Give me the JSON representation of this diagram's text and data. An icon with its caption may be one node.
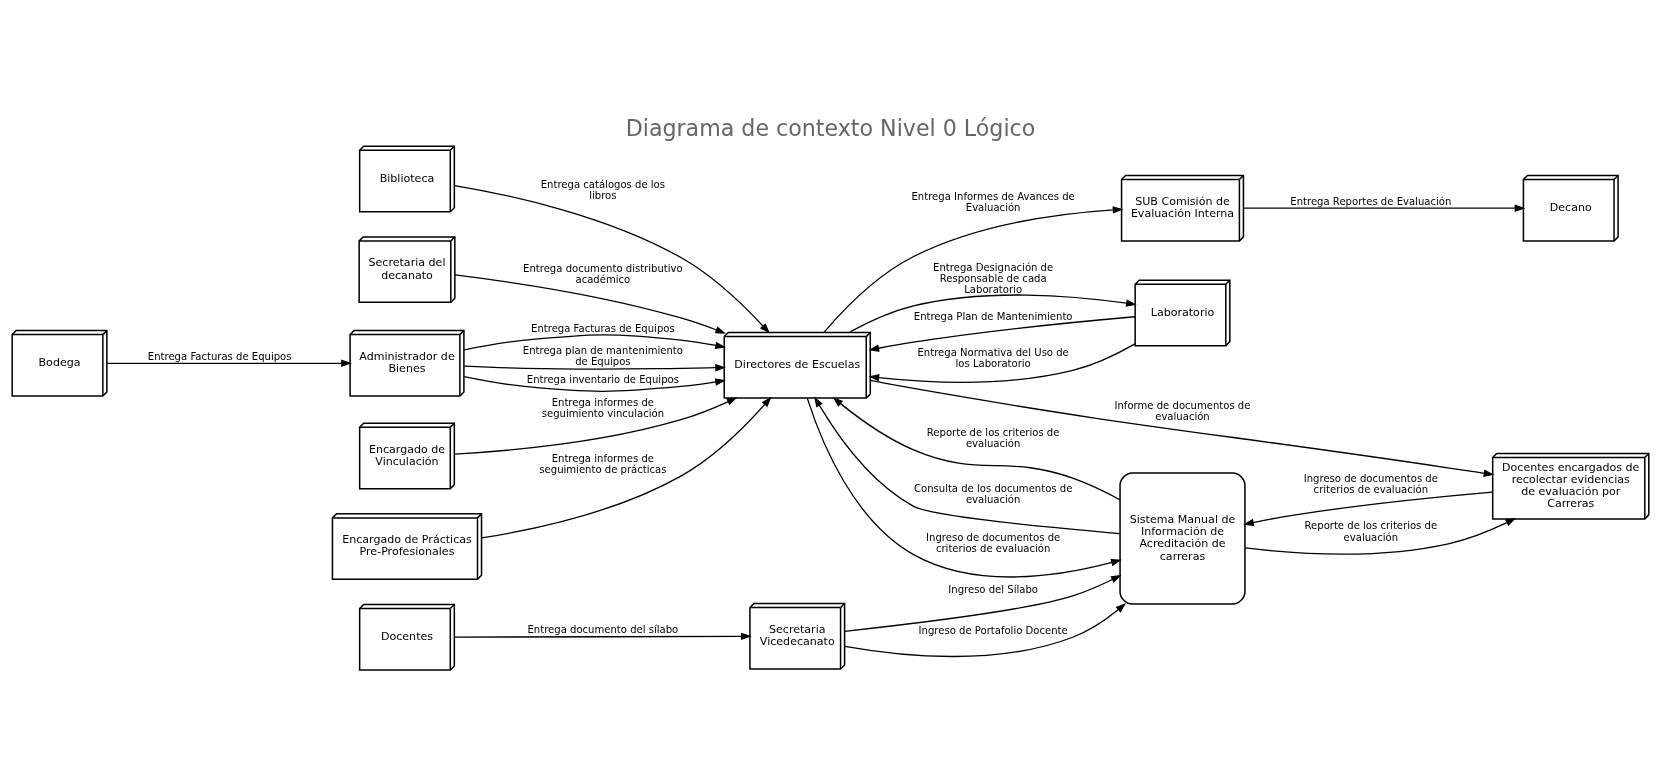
{
  "diagram": {
    "title": "Diagrama de contexto Nivel 0 Lógico",
    "nodes": [
      {
        "text": [
          "Secretaria del decanato"
        ]
      },
      {
        "text": [
          "Sistema Manual de Información de Acreditación de carreras"
        ]
      },
      {
        "text": [
          "Directores de Escuelas"
        ]
      },
      {
        "text": [
          "Administrador de Bienes"
        ]
      },
      {
        "text": [
          "Bodega"
        ]
      },
      {
        "text": [
          "Encargado de Vinculación"
        ]
      },
      {
        "text": [
          "Encargado de Prácticas Pre-Profesionales"
        ]
      },
      {
        "text": [
          "Biblioteca"
        ]
      },
      {
        "text": [
          "Docentes encargados de recolectar evidencias de evaluación por Carreras"
        ]
      },
      {
        "text": [
          "SUB Comisión de Evaluación Interna"
        ]
      },
      {
        "text": [
          "Decano"
        ]
      },
      {
        "text": [
          "Laboratorio"
        ]
      },
      {
        "text": [
          "Secretaria Vicedecanato"
        ]
      },
      {
        "text": [
          "Docentes"
        ]
      }
    ],
    "edges": [
      {
        "from": 0,
        "to": 2,
        "arrow": "to",
        "label": "Entrega documento distributivo académico"
      },
      {
        "from": 3,
        "to": 2,
        "arrow": "to",
        "label": "Entrega Facturas de Equipos"
      },
      {
        "from": 3,
        "to": 2,
        "arrow": "to",
        "label": "Entrega plan de mantenimiento de Equipos"
      },
      {
        "from": 3,
        "to": 2,
        "arrow": "to",
        "label": "Entrega inventario de Equipos"
      },
      {
        "from": 4,
        "to": 3,
        "arrow": "to",
        "label": "Entrega Facturas de Equipos"
      },
      {
        "from": 2,
        "to": 1,
        "arrow": "to",
        "label": "Ingreso de documentos de criterios de evaluación"
      },
      {
        "from": 1,
        "to": 2,
        "arrow": "to",
        "label": "Reporte de los criterios de evaluación"
      },
      {
        "from": 1,
        "to": 2,
        "arrow": "to",
        "label": "Consulta de los documentos de evaluación"
      },
      {
        "from": 5,
        "to": 2,
        "arrow": "to",
        "label": "Entrega informes de seguimiento vinculación"
      },
      {
        "from": 6,
        "to": 2,
        "arrow": "to",
        "label": "Entrega informes de seguimiento de prácticas"
      },
      {
        "from": 7,
        "to": 2,
        "arrow": "to",
        "label": "Entrega catálogos de los libros"
      },
      {
        "from": 2,
        "to": 8,
        "arrow": "to",
        "label": "Informe de documentos de evaluación"
      },
      {
        "from": 8,
        "to": 1,
        "arrow": "to",
        "label": "Ingreso de documentos de criterios de evaluación"
      },
      {
        "from": 1,
        "to": 8,
        "arrow": "to",
        "label": "Reporte de los criterios de evaluación"
      },
      {
        "from": 2,
        "to": 9,
        "arrow": "to",
        "label": "Entrega Informes de Avances de Evaluación"
      },
      {
        "from": 9,
        "to": 10,
        "arrow": "to",
        "label": "Entrega Reportes de Evaluación"
      },
      {
        "from": 11,
        "to": 2,
        "arrow": "to",
        "label": "Entrega Plan de Mantenimiento"
      },
      {
        "from": 11,
        "to": 2,
        "arrow": "to",
        "label": "Entrega Normativa del Uso de los Laboratorio"
      },
      {
        "from": 2,
        "to": 11,
        "arrow": "to",
        "label": "Entrega Designación de Responsable de cada Laboratorio"
      },
      {
        "from": 12,
        "to": 1,
        "arrow": "to",
        "label": "Ingreso del Sílabo"
      },
      {
        "from": 12,
        "to": 1,
        "arrow": "to",
        "label": "Ingreso de Portafolio Docente"
      },
      {
        "from": 13,
        "to": 12,
        "arrow": "to",
        "label": "Entrega documento del sílabo"
      }
    ]
  }
}
